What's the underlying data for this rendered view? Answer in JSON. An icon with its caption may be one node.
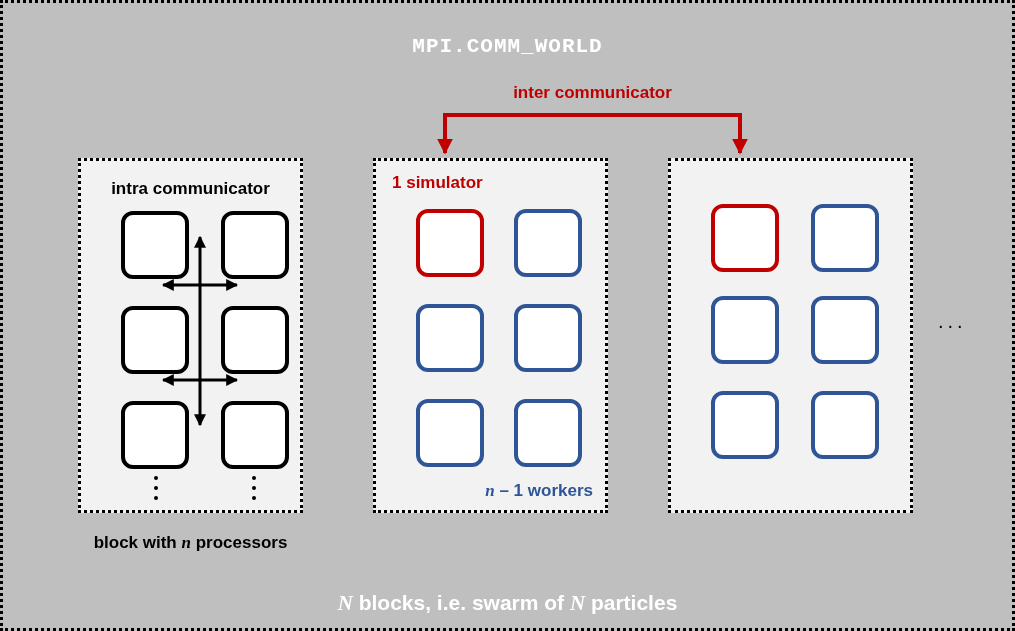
{
  "diagram": {
    "nodes": [
      {
        "text": [
          "MPI.COMM_WORLD",
          "*N* blocks, i.e. swarm of *N* particles"
        ]
      },
      {
        "text": [
          "intra communicator"
        ],
        "beside": [
          "block with *n* processors"
        ],
        "in": 0
      },
      {
        "text": [],
        "shape": "box",
        "in": 1
      },
      {
        "text": [],
        "shape": "box",
        "in": 1
      },
      {
        "text": [],
        "shape": "box",
        "in": 1
      },
      {
        "text": [],
        "shape": "box",
        "in": 1
      },
      {
        "text": [],
        "shape": "box",
        "in": 1
      },
      {
        "text": [],
        "shape": "box",
        "in": 1
      },
      {
        "text": [
          "1 simulator",
          "*n* – 1 workers"
        ],
        "in": 0
      },
      {
        "text": [],
        "shape": "box",
        "in": 8
      },
      {
        "text": [],
        "shape": "box",
        "in": 8
      },
      {
        "text": [],
        "shape": "box",
        "in": 8
      },
      {
        "text": [],
        "shape": "box",
        "in": 8
      },
      {
        "text": [],
        "shape": "box",
        "in": 8
      },
      {
        "text": [],
        "shape": "box",
        "in": 8
      },
      {
        "text": [],
        "shape": "box",
        "in": 0
      },
      {
        "text": [],
        "shape": "box",
        "in": 15
      },
      {
        "text": [],
        "shape": "box",
        "in": 15
      },
      {
        "text": [],
        "shape": "box",
        "in": 15
      },
      {
        "text": [],
        "shape": "box",
        "in": 15
      },
      {
        "text": [],
        "shape": "box",
        "in": 15
      },
      {
        "text": [],
        "shape": "box",
        "in": 15
      }
    ],
    "edges": [
      {
        "from": 8,
        "to": 15,
        "arrow": "both",
        "label": "inter communicator",
        "color": "#c00000"
      },
      {
        "from": 2,
        "to": 6,
        "arrow": "both"
      },
      {
        "from": 2,
        "to": 3,
        "arrow": "both"
      },
      {
        "from": 4,
        "to": 5,
        "arrow": "both"
      }
    ],
    "labels": [
      "..."
    ]
  }
}
